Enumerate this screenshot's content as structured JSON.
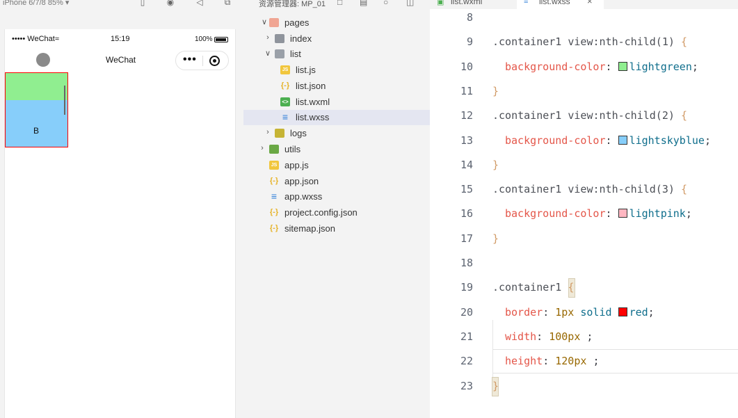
{
  "simulator": {
    "device_label": "iPhone 6/7/8 85% ▾",
    "statusbar": {
      "carrier": "••••• WeChat≈",
      "time": "15:19",
      "battery": "100%"
    },
    "nav_title": "WeChat",
    "capsule_more": "•••",
    "cell_b_label": "B",
    "colors": {
      "cell1": "#90ee90",
      "cell2": "#87cefa",
      "border": "#ff0000"
    }
  },
  "explorer": {
    "title": "资源管理器: MP_01",
    "tree": [
      {
        "name": "pages",
        "icon": "folder-open-icon",
        "expanded": true
      },
      {
        "name": "index",
        "icon": "folder-icon",
        "expanded": false
      },
      {
        "name": "list",
        "icon": "folder-open-icon",
        "expanded": true
      },
      {
        "name": "list.js",
        "icon": "js-file-icon"
      },
      {
        "name": "list.json",
        "icon": "json-file-icon"
      },
      {
        "name": "list.wxml",
        "icon": "wxml-file-icon"
      },
      {
        "name": "list.wxss",
        "icon": "wxss-file-icon",
        "selected": true
      },
      {
        "name": "logs",
        "icon": "folder-icon",
        "expanded": false
      },
      {
        "name": "utils",
        "icon": "folder-icon",
        "expanded": false
      },
      {
        "name": "app.js",
        "icon": "js-file-icon"
      },
      {
        "name": "app.json",
        "icon": "json-file-icon"
      },
      {
        "name": "app.wxss",
        "icon": "wxss-file-icon"
      },
      {
        "name": "project.config.json",
        "icon": "json-file-icon"
      },
      {
        "name": "sitemap.json",
        "icon": "json-file-icon"
      }
    ]
  },
  "editor": {
    "tabs": [
      {
        "label": "list.wxml",
        "active": false
      },
      {
        "label": "list.wxss",
        "active": true
      }
    ],
    "tab_close": "×",
    "lines": [
      {
        "n": "8"
      },
      {
        "n": "9",
        "selector": ".container1 view:nth-child(1)",
        "brace": "{"
      },
      {
        "n": "10",
        "prop": "background-color",
        "value": "lightgreen",
        "swatch": "#90ee90"
      },
      {
        "n": "11",
        "brace": "}"
      },
      {
        "n": "12",
        "selector": ".container1 view:nth-child(2)",
        "brace": "{"
      },
      {
        "n": "13",
        "prop": "background-color",
        "value": "lightskyblue",
        "swatch": "#87cefa"
      },
      {
        "n": "14",
        "brace": "}"
      },
      {
        "n": "15",
        "selector": ".container1 view:nth-child(3)",
        "brace": "{"
      },
      {
        "n": "16",
        "prop": "background-color",
        "value": "lightpink",
        "swatch": "#ffb6c1"
      },
      {
        "n": "17",
        "brace": "}"
      },
      {
        "n": "18"
      },
      {
        "n": "19",
        "selector": ".container1",
        "brace": "{"
      },
      {
        "n": "20",
        "prop": "border",
        "value_num": "1px",
        "value": "solid",
        "value2": "red",
        "swatch": "#ff0000"
      },
      {
        "n": "21",
        "prop": "width",
        "value_num": "100px"
      },
      {
        "n": "22",
        "prop": "height",
        "value_num": "120px"
      },
      {
        "n": "23",
        "brace": "}"
      }
    ]
  }
}
